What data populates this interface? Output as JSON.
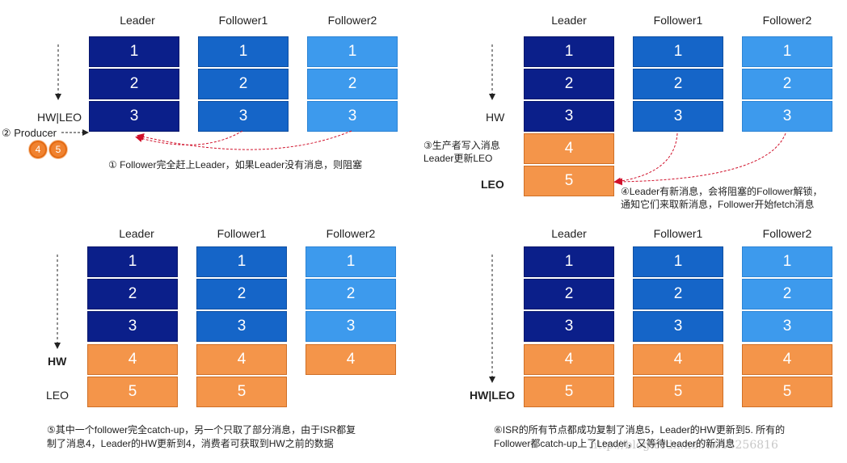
{
  "labels": {
    "leader": "Leader",
    "follower1": "Follower1",
    "follower2": "Follower2"
  },
  "panel1": {
    "hw_leo": "HW|LEO",
    "producer": "② Producer",
    "producer_msgs": [
      "4",
      "5"
    ],
    "note": "① Follower完全赶上Leader，如果Leader没有消息，则阻塞"
  },
  "panel2": {
    "hw": "HW",
    "leo": "LEO",
    "note_left_1": "③生产者写入消息",
    "note_left_2": "Leader更新LEO",
    "note_right_1": "④Leader有新消息，会将阻塞的Follower解锁，",
    "note_right_2": "通知它们来取新消息，Follower开始fetch消息"
  },
  "panel3": {
    "hw": "HW",
    "leo": "LEO",
    "note_1": "⑤其中一个follower完全catch-up，另一个只取了部分消息，由于ISR都复",
    "note_2": "制了消息4，Leader的HW更新到4，消费者可获取到HW之前的数据"
  },
  "panel4": {
    "hw_leo": "HW|LEO",
    "note_1": "⑥ISR的所有节点都成功复制了消息5，Leader的HW更新到5. 所有的",
    "note_2": "Follower都catch-up上了Leader，又等待Leader的新消息"
  },
  "watermark": "http://blog.csdn.net/u013256816",
  "colors": {
    "leader": "#0b1f8a",
    "follower1": "#1565c8",
    "follower2": "#3d9aed",
    "new_message": "#f4954a",
    "arrow": "#d0102a"
  }
}
